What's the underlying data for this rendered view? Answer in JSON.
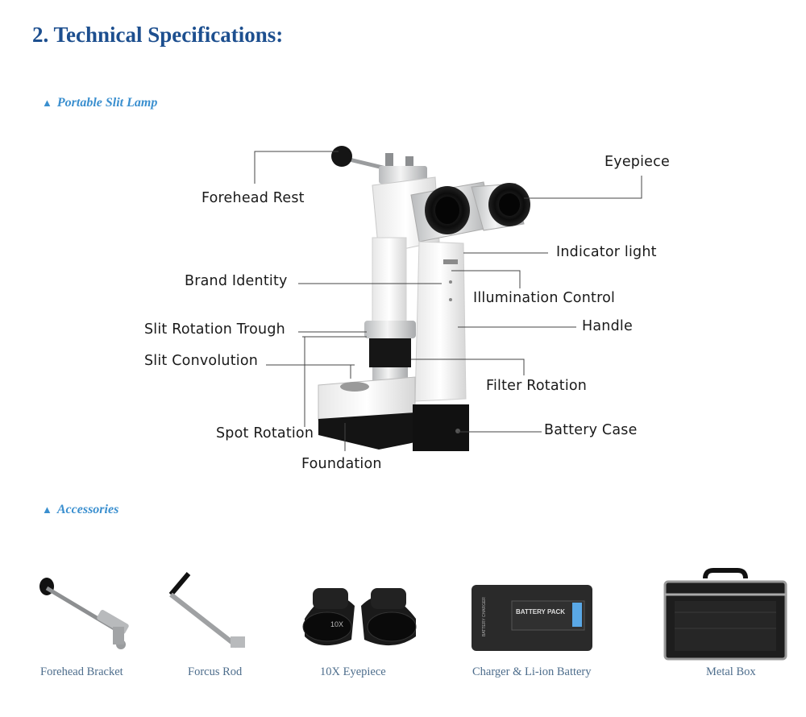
{
  "title": "2.  Technical Specifications:",
  "sections": {
    "lamp": {
      "marker": "▲",
      "label": "Portable Slit Lamp"
    },
    "accessories": {
      "marker": "▲",
      "label": "Accessories"
    }
  },
  "diagram_labels": {
    "forehead_rest": "Forehead Rest",
    "eyepiece": "Eyepiece",
    "indicator_light": "Indicator light",
    "brand_identity": "Brand Identity",
    "illumination_control": "Illumination Control",
    "handle": "Handle",
    "slit_rotation_trough": "Slit Rotation Trough",
    "slit_convolution": "Slit Convolution",
    "filter_rotation": "Filter Rotation",
    "battery_case": "Battery Case",
    "spot_rotation": "Spot Rotation",
    "foundation": "Foundation"
  },
  "accessories": [
    {
      "name": "Forehead Bracket",
      "icon": "forehead-bracket-image"
    },
    {
      "name": "Forcus Rod",
      "icon": "focus-rod-image"
    },
    {
      "name": "10X Eyepiece",
      "icon": "eyepiece-pair-image",
      "engraving": "10X"
    },
    {
      "name": "Charger & Li-ion Battery",
      "icon": "charger-battery-image",
      "battery_text": "BATTERY PACK",
      "charger_text": "BATTERY CHARGER"
    },
    {
      "name": "Metal Box",
      "icon": "metal-box-image"
    }
  ],
  "colors": {
    "title": "#1d4f8f",
    "section": "#3a8fcf",
    "caption": "#4d6d8c",
    "label": "#1a1a1a"
  }
}
